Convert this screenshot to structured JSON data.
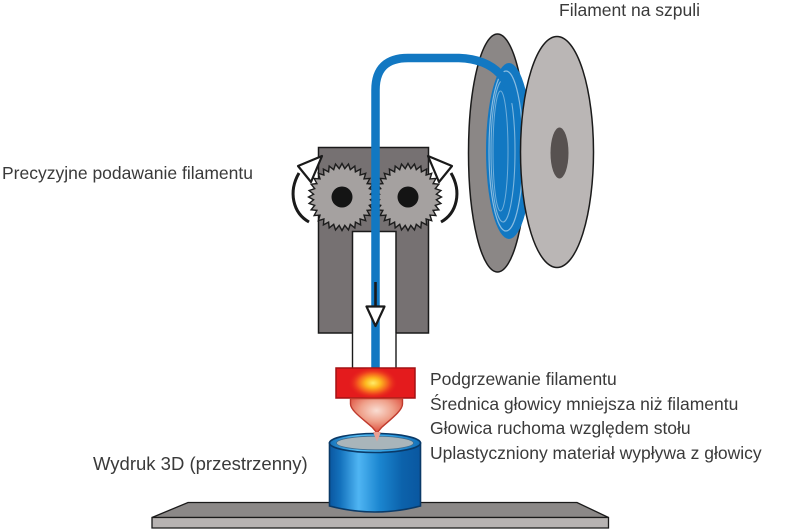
{
  "labels": {
    "spool": "Filament na szpuli",
    "feeding": "Precyzyjne podawanie filamentu",
    "print": "Wydruk 3D (przestrzenny)"
  },
  "annotations": [
    "Podgrzewanie filamentu",
    "Średnica głowicy mniejsza niż filamentu",
    "Głowica ruchoma względem stołu",
    "Uplastyczniony materiał wypływa z głowicy"
  ],
  "colors": {
    "filament_blue": "#1278c2",
    "heater_red": "#e41b1d",
    "glow_yellow": "#ffec6a",
    "spool_front_gray": "#bab6b5",
    "spool_back_gray": "#8b8786",
    "spool_hole_gray": "#575150",
    "extruder_gray": "#767172",
    "gear_gray": "#a5a1a0",
    "platform_top_gray": "#8b8887",
    "platform_front_gray": "#b7b3b2",
    "print_blue_dark": "#0a57a0",
    "print_blue_light": "#4fb5f3",
    "text": "#3a3a3a",
    "background": "#ffffff"
  }
}
